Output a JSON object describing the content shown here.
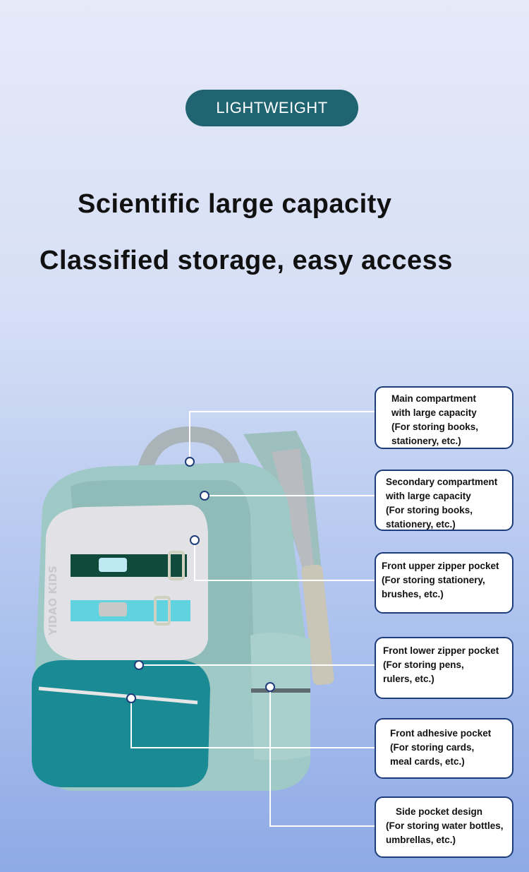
{
  "badge": "LIGHTWEIGHT",
  "headline": "Scientific large capacity",
  "subheadline": "Classified storage, easy access",
  "product_logo": "YIDAO KIDS",
  "callouts": [
    {
      "title": [
        "Main compartment",
        "with large capacity"
      ],
      "desc": [
        "(For storing books,",
        "stationery, etc.)"
      ]
    },
    {
      "title": [
        "Secondary compartment",
        "with large capacity"
      ],
      "desc": [
        "(For storing books,",
        "stationery, etc.)"
      ]
    },
    {
      "title": [
        "Front upper zipper pocket"
      ],
      "desc": [
        "(For storing stationery,",
        "brushes, etc.)"
      ]
    },
    {
      "title": [
        "Front lower zipper pocket"
      ],
      "desc": [
        "(For storing pens,",
        "rulers, etc.)"
      ]
    },
    {
      "title": [
        "Front adhesive pocket"
      ],
      "desc": [
        "(For storing cards,",
        "meal cards, etc.)"
      ]
    },
    {
      "title": [
        "Side pocket design"
      ],
      "desc": [
        "(For storing water bottles,",
        "umbrellas, etc.)"
      ]
    }
  ],
  "colors": {
    "badge": "#1f6470",
    "box_border": "#1d3c7a",
    "bag_body": "#9fc9c6",
    "bag_front": "#1a8a94"
  }
}
